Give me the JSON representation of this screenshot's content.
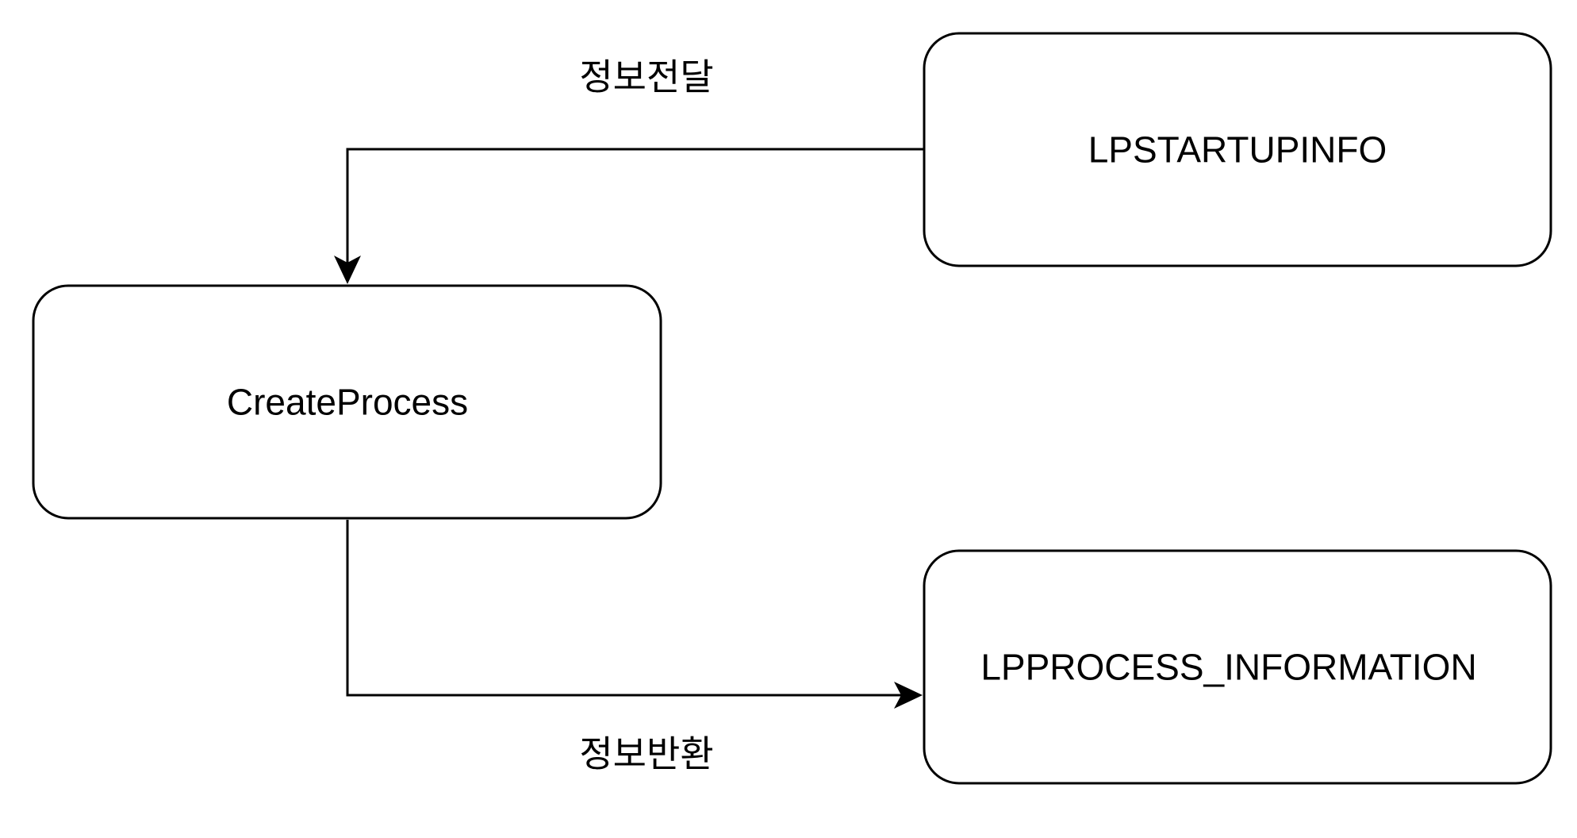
{
  "diagram": {
    "nodes": {
      "startupinfo": {
        "label": "LPSTARTUPINFO"
      },
      "createprocess": {
        "label": "CreateProcess"
      },
      "processinfo": {
        "label": "LPPROCESS_INFORMATION"
      }
    },
    "edges": {
      "pass_info": {
        "label": "정보전달"
      },
      "return_info": {
        "label": "정보반환"
      }
    },
    "colors": {
      "stroke": "#000000",
      "fill": "#ffffff",
      "text": "#000000"
    }
  }
}
